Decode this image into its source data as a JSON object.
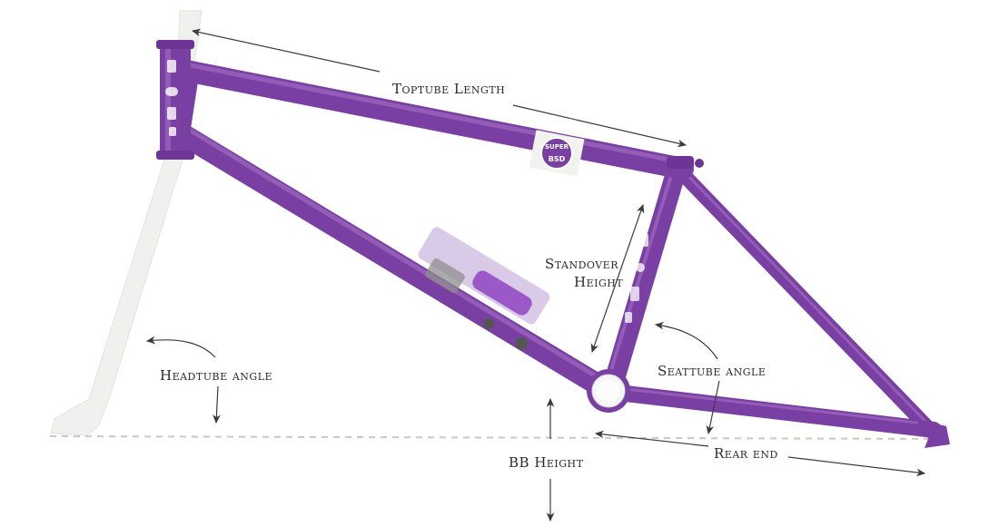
{
  "labels": {
    "toptube_length": "Toptube Length",
    "standover_height_line1": "Standover",
    "standover_height_line2": "Height",
    "headtube_angle": "Headtube angle",
    "seattube_angle": "Seattube angle",
    "bb_height": "BB Height",
    "rear_end": "Rear end"
  },
  "decals": {
    "toptube_badge_line1": "SUPER",
    "toptube_badge_line2": "BSD"
  },
  "colors": {
    "frame_purple": "#7a3fa3",
    "frame_highlight": "#a877c9",
    "fork_ghost": "#f0f0ee",
    "annotation_ink": "#2b2b2b",
    "ground_line": "#c9c9c4"
  },
  "icons": {
    "arrows": "arrow-icon",
    "badge": "badge-icon"
  }
}
